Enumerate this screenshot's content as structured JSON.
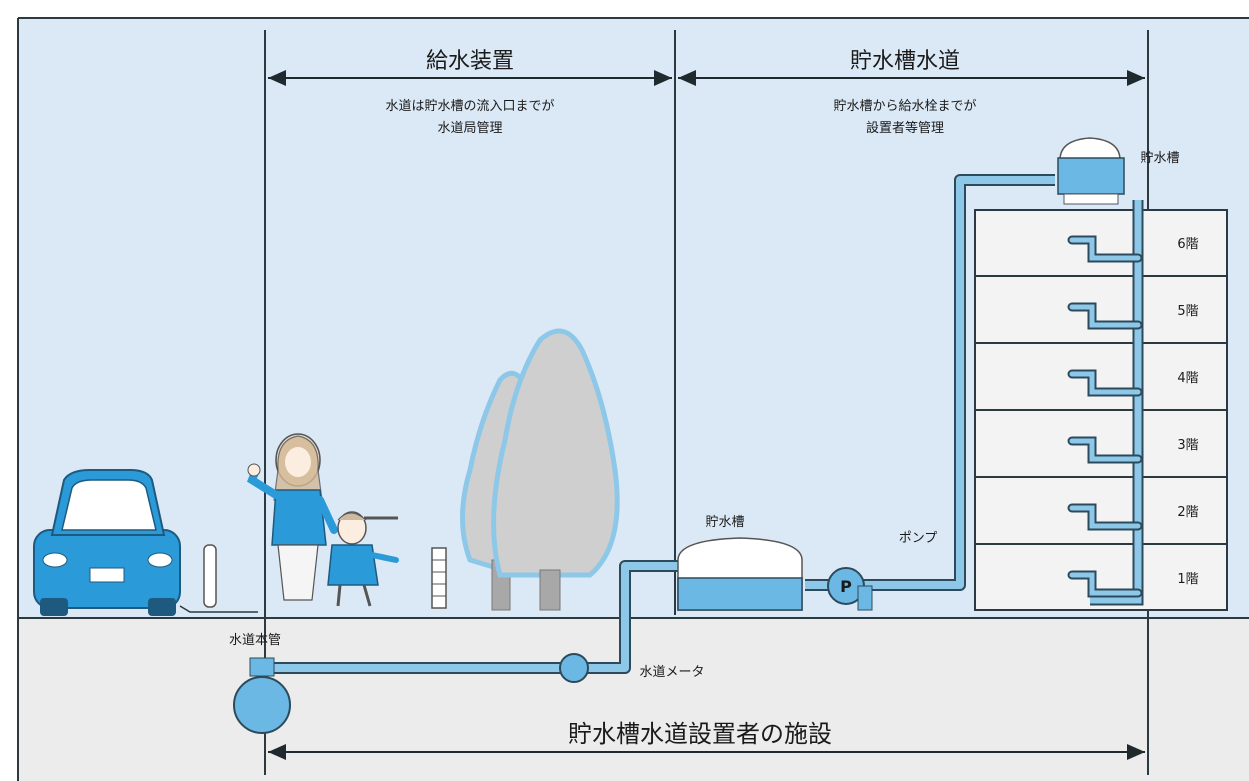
{
  "sections": {
    "left_title": "給水装置",
    "left_desc_1": "水道は貯水槽の流入口までが",
    "left_desc_2": "水道局管理",
    "right_title": "貯水槽水道",
    "right_desc_1": "貯水槽から給水栓までが",
    "right_desc_2": "設置者等管理"
  },
  "labels": {
    "roof_tank": "貯水槽",
    "ground_tank": "貯水槽",
    "pump": "ポンプ",
    "pump_symbol": "P",
    "water_main": "水道本管",
    "water_meter": "水道メータ",
    "bottom_title": "貯水槽水道設置者の施設"
  },
  "floors": [
    "6階",
    "5階",
    "4階",
    "3階",
    "2階",
    "1階"
  ],
  "colors": {
    "sky": "#dbe9f6",
    "ground": "#ececec",
    "pipe": "#8ec8e8",
    "pipe_stroke": "#2c4a5c",
    "line": "#2a3a40",
    "tree": "#cfcfcf",
    "car": "#2a9ad8",
    "building": "#f3f3f3"
  }
}
